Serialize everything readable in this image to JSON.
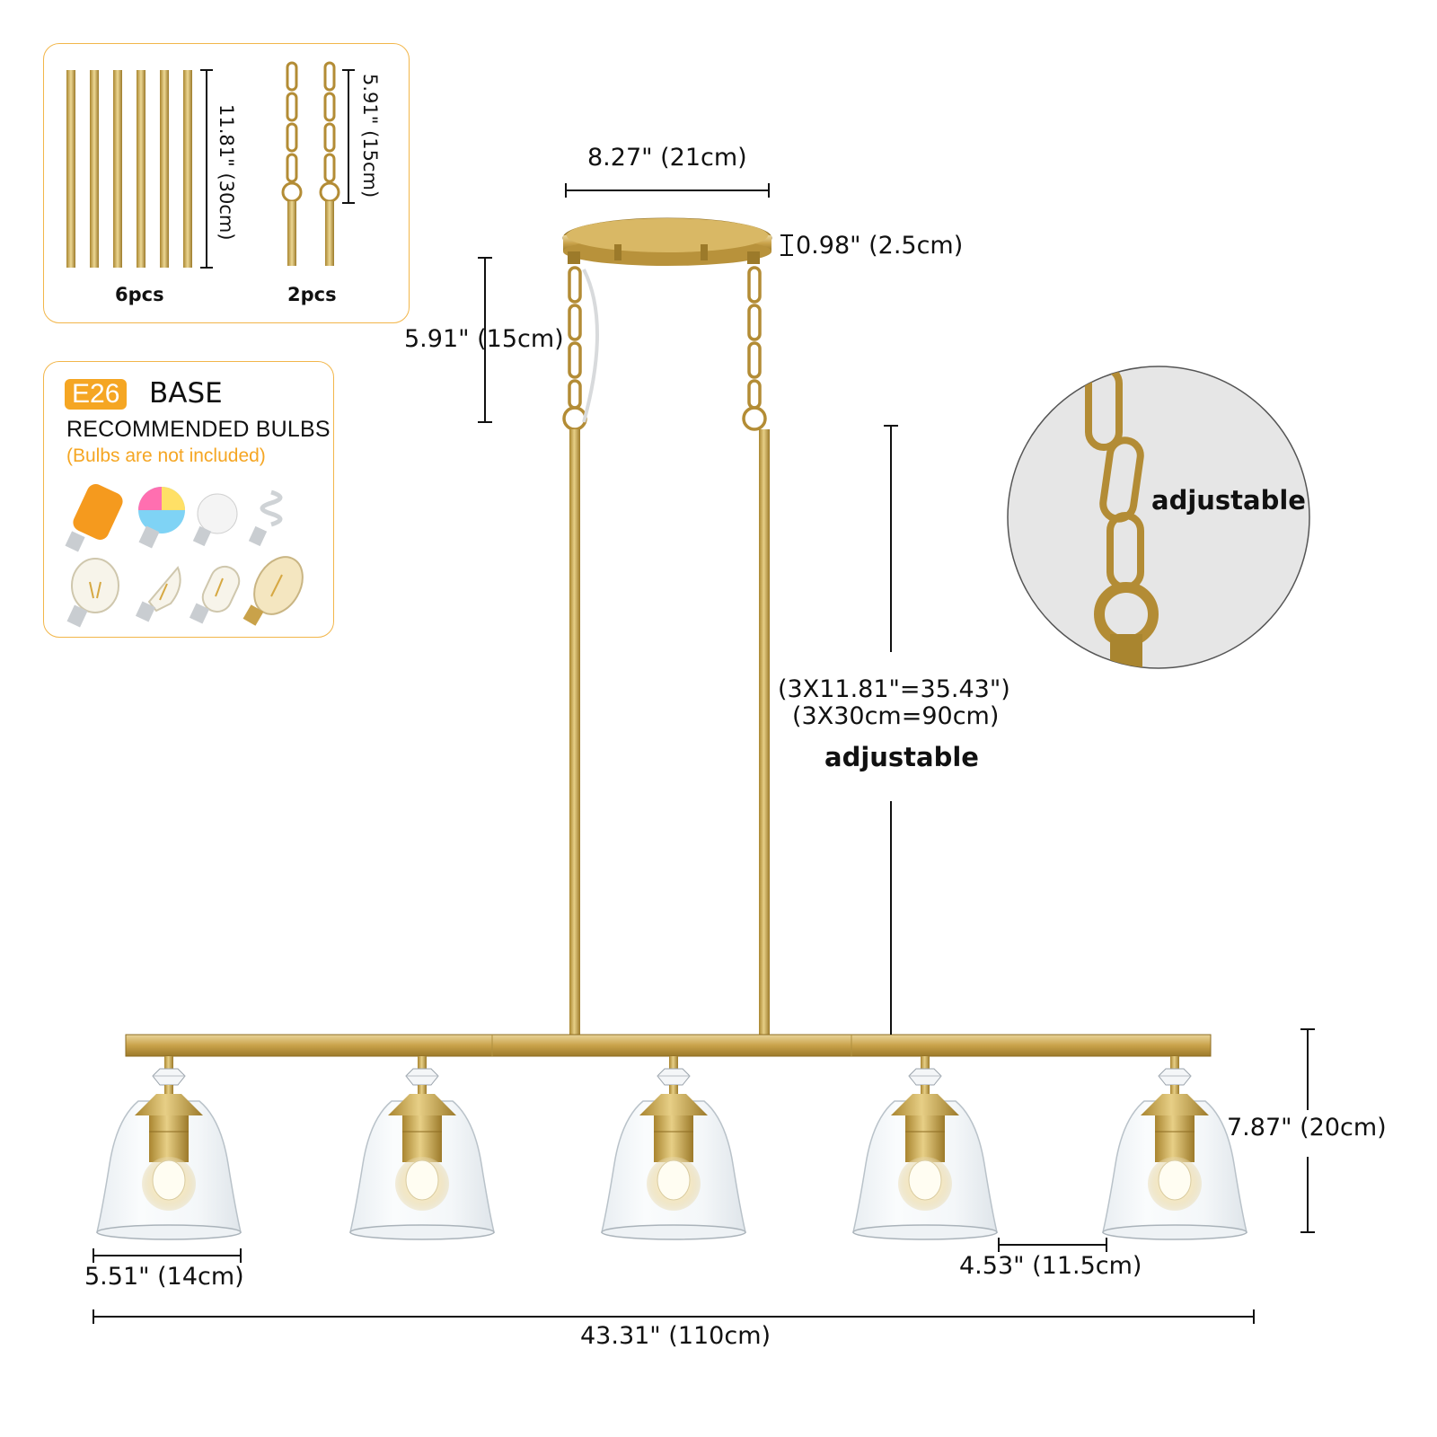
{
  "accessories": {
    "rods_length": "11.81\" (30cm)",
    "rods_qty": "6pcs",
    "chains_length": "5.91\" (15cm)",
    "chains_qty": "2pcs"
  },
  "bulbs": {
    "base_badge": "E26",
    "base_label": "BASE",
    "recommended": "RECOMMENDED BULBS",
    "note": "(Bulbs are not included)",
    "icons": [
      "flame-bulb-icon",
      "rgb-bulb-icon",
      "led-bulb-icon",
      "cfl-spiral-bulb-icon",
      "edison-bulb-icon",
      "candle-bulb-icon",
      "tubular-bulb-icon",
      "vintage-edison-bulb-icon"
    ]
  },
  "dimensions": {
    "canopy_width": "8.27\" (21cm)",
    "canopy_height": "0.98\" (2.5cm)",
    "chain_length": "5.91\" (15cm)",
    "rods_total_line1": "(3X11.81\"=35.43\")",
    "rods_total_line2": "(3X30cm=90cm)",
    "rods_adjustable": "adjustable",
    "shade_height": "7.87\" (20cm)",
    "shade_width": "5.51\" (14cm)",
    "shade_spacing": "4.53\" (11.5cm)",
    "total_length": "43.31\" (110cm)"
  },
  "detail": {
    "label": "adjustable"
  },
  "colors": {
    "brass": "#c9a24a",
    "brass_dark": "#9c7a2a",
    "accent": "#f5a623",
    "panel_border": "#f2b64a"
  }
}
